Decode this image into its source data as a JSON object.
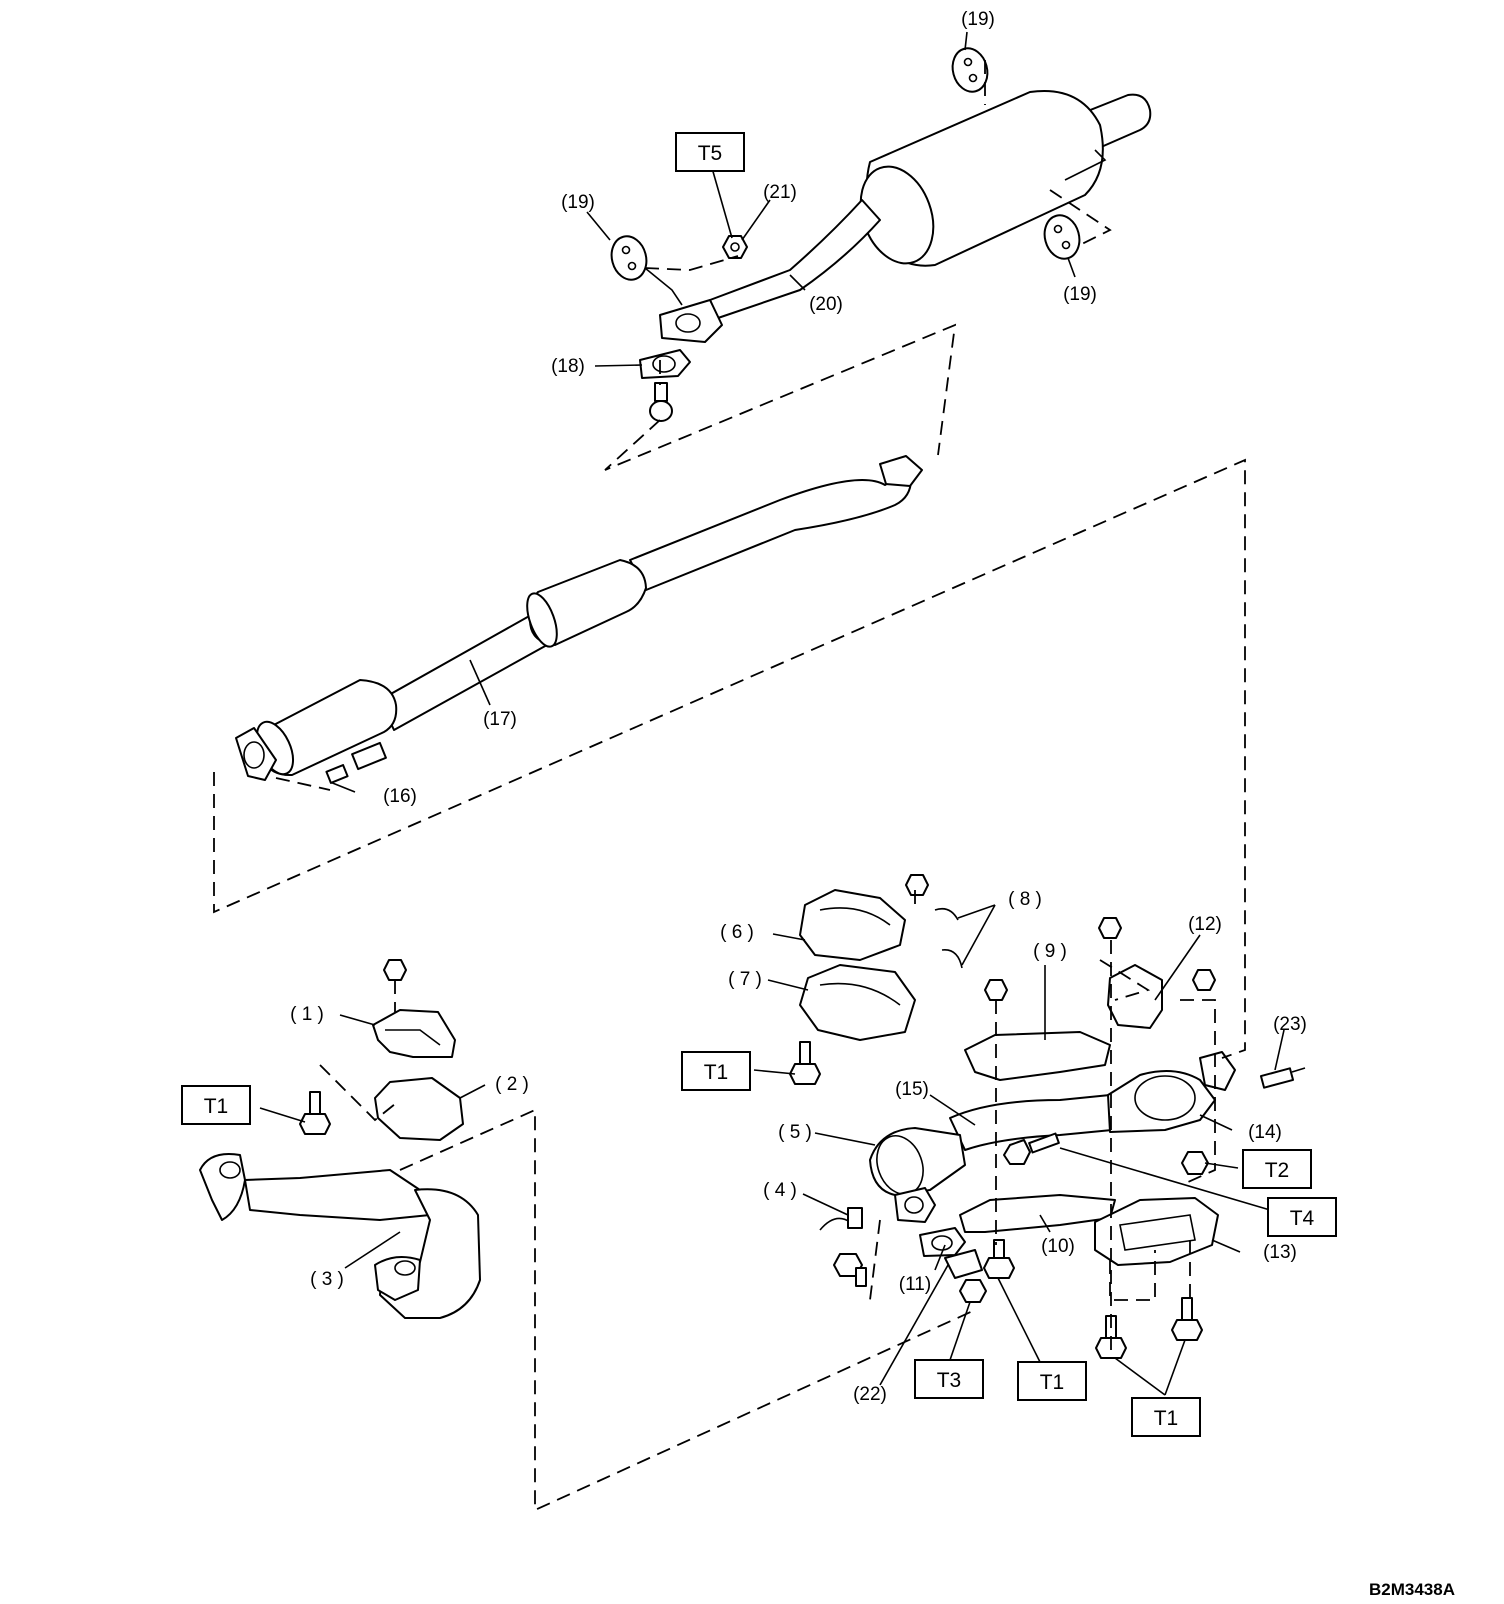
{
  "diagram_code": "B2M3438A",
  "callouts": [
    {
      "id": "c1",
      "text": "( 1 )"
    },
    {
      "id": "c2",
      "text": "( 2 )"
    },
    {
      "id": "c3",
      "text": "( 3 )"
    },
    {
      "id": "c4",
      "text": "( 4 )"
    },
    {
      "id": "c5",
      "text": "( 5 )"
    },
    {
      "id": "c6",
      "text": "( 6 )"
    },
    {
      "id": "c7",
      "text": "( 7 )"
    },
    {
      "id": "c8",
      "text": "( 8 )"
    },
    {
      "id": "c9",
      "text": "( 9 )"
    },
    {
      "id": "c10",
      "text": "(10)"
    },
    {
      "id": "c11",
      "text": "(11)"
    },
    {
      "id": "c12",
      "text": "(12)"
    },
    {
      "id": "c13",
      "text": "(13)"
    },
    {
      "id": "c14",
      "text": "(14)"
    },
    {
      "id": "c15",
      "text": "(15)"
    },
    {
      "id": "c16",
      "text": "(16)"
    },
    {
      "id": "c17",
      "text": "(17)"
    },
    {
      "id": "c18",
      "text": "(18)"
    },
    {
      "id": "c19a",
      "text": "(19)"
    },
    {
      "id": "c19b",
      "text": "(19)"
    },
    {
      "id": "c19c",
      "text": "(19)"
    },
    {
      "id": "c20",
      "text": "(20)"
    },
    {
      "id": "c21",
      "text": "(21)"
    },
    {
      "id": "c22",
      "text": "(22)"
    },
    {
      "id": "c23",
      "text": "(23)"
    }
  ],
  "torque_labels": [
    {
      "id": "t5",
      "text": "T5"
    },
    {
      "id": "t1a",
      "text": "T1"
    },
    {
      "id": "t1b",
      "text": "T1"
    },
    {
      "id": "t1c",
      "text": "T1"
    },
    {
      "id": "t1d",
      "text": "T1"
    },
    {
      "id": "t2",
      "text": "T2"
    },
    {
      "id": "t3",
      "text": "T3"
    },
    {
      "id": "t4",
      "text": "T4"
    }
  ]
}
